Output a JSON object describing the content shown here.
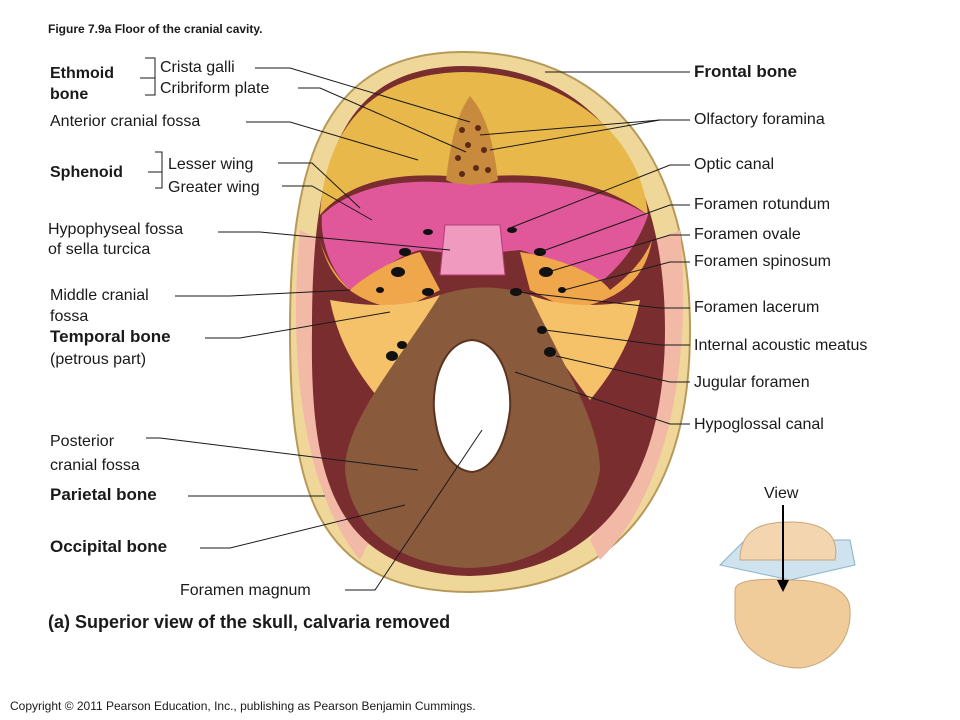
{
  "figure_title": "Figure 7.9a  Floor of the cranial cavity.",
  "caption": "(a) Superior view of the skull, calvaria removed",
  "copyright": "Copyright © 2011 Pearson Education, Inc., publishing as Pearson Benjamin Cummings.",
  "view_label": "View",
  "left_labels": {
    "ethmoid_line1": "Ethmoid",
    "ethmoid_line2": "bone",
    "crista_galli": "Crista galli",
    "cribriform_plate": "Cribriform plate",
    "anterior_fossa": "Anterior cranial fossa",
    "sphenoid": "Sphenoid",
    "lesser_wing": "Lesser wing",
    "greater_wing": "Greater wing",
    "hypophyseal_line1": "Hypophyseal fossa",
    "hypophyseal_line2": "of sella turcica",
    "middle_fossa_line1": "Middle cranial",
    "middle_fossa_line2": "fossa",
    "temporal_line1": "Temporal bone",
    "temporal_line2": "(petrous part)",
    "posterior_line1": "Posterior",
    "posterior_line2": "cranial fossa",
    "parietal": "Parietal bone",
    "occipital": "Occipital bone",
    "foramen_magnum": "Foramen magnum"
  },
  "right_labels": {
    "frontal": "Frontal bone",
    "olfactory": "Olfactory foramina",
    "optic": "Optic canal",
    "rotundum": "Foramen rotundum",
    "ovale": "Foramen ovale",
    "spinosum": "Foramen spinosum",
    "lacerum": "Foramen lacerum",
    "acoustic": "Internal acoustic meatus",
    "jugular": "Jugular foramen",
    "hypoglossal": "Hypoglossal canal"
  }
}
